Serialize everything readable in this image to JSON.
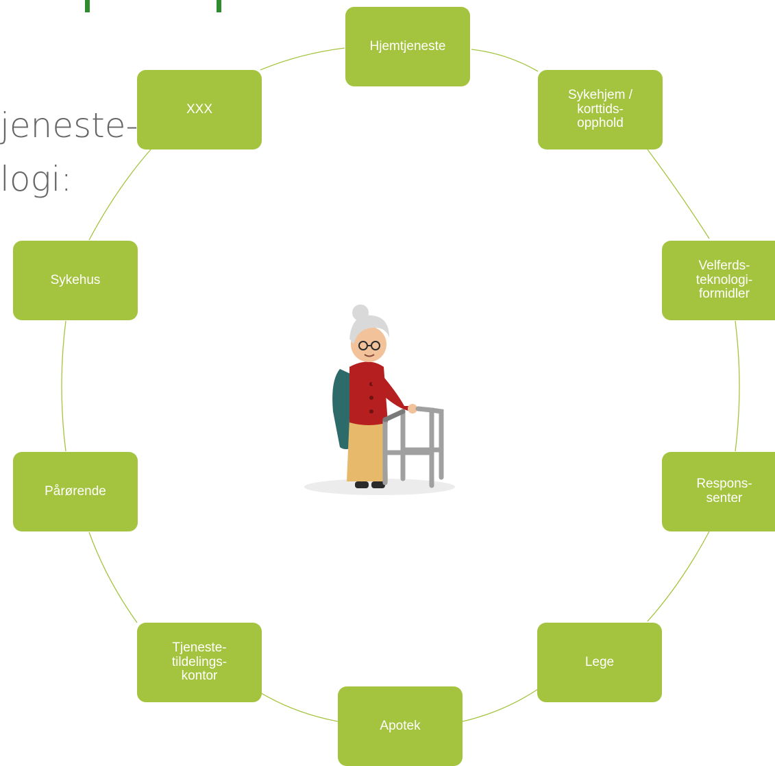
{
  "background_title": {
    "line1": "jeneste-",
    "line2": "logi:"
  },
  "diagram": {
    "node_color": "#a4c43f",
    "ring_color": "#a4c43f",
    "accent_color": "#2e8b2e",
    "center_icon": "elderly-woman-with-walker-icon",
    "nodes": [
      {
        "id": "hjemtjeneste",
        "label": "Hjemtjeneste"
      },
      {
        "id": "sykehjem",
        "label": "Sykehjem /\nkorttids-\nopphold"
      },
      {
        "id": "velferdsteknologi",
        "label": "Velferds-\nteknologi-\nformidler"
      },
      {
        "id": "responssenter",
        "label": "Respons-\nsenter"
      },
      {
        "id": "lege",
        "label": "Lege"
      },
      {
        "id": "apotek",
        "label": "Apotek"
      },
      {
        "id": "tjenestetildeling",
        "label": "Tjeneste-\ntildelings-\nkontor"
      },
      {
        "id": "parorende",
        "label": "Pårørende"
      },
      {
        "id": "sykehus",
        "label": "Sykehus"
      },
      {
        "id": "xxx",
        "label": "XXX"
      }
    ]
  }
}
